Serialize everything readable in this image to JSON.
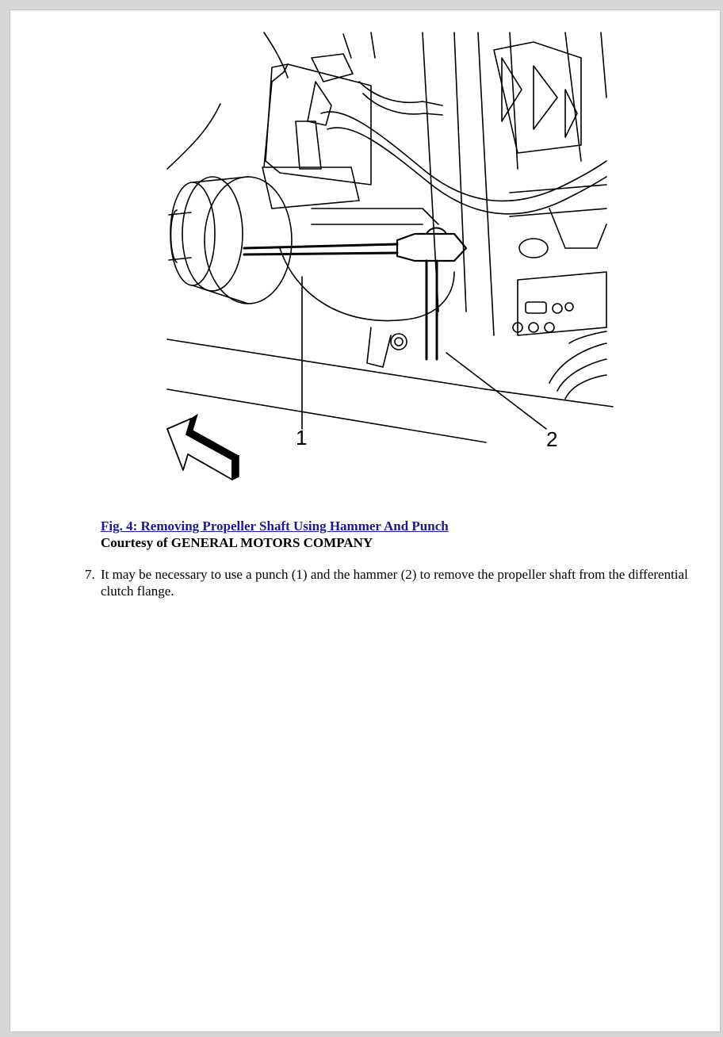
{
  "figure": {
    "callouts": [
      "1",
      "2"
    ],
    "caption_link": "Fig. 4: Removing Propeller Shaft Using Hammer And Punch",
    "courtesy": "Courtesy of GENERAL MOTORS COMPANY"
  },
  "steps": [
    {
      "number": "7.",
      "text": "It may be necessary to use a punch (1) and the hammer (2) to remove the propeller shaft from the differential clutch flange."
    }
  ]
}
